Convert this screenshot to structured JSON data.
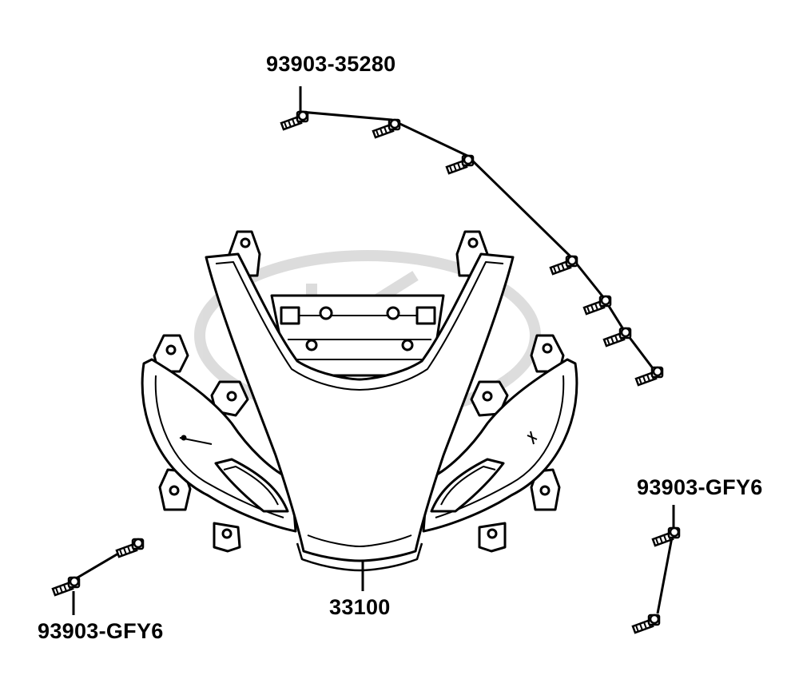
{
  "diagram": {
    "watermark": "KYMCO",
    "part_number": "33100",
    "labels": {
      "screws_top": "93903-35280",
      "screws_right": "93903-GFY6",
      "screws_left": "93903-GFY6",
      "cowl": "33100"
    }
  },
  "colors": {
    "line": "#000000",
    "watermark": "#cccccc",
    "background": "#ffffff"
  }
}
